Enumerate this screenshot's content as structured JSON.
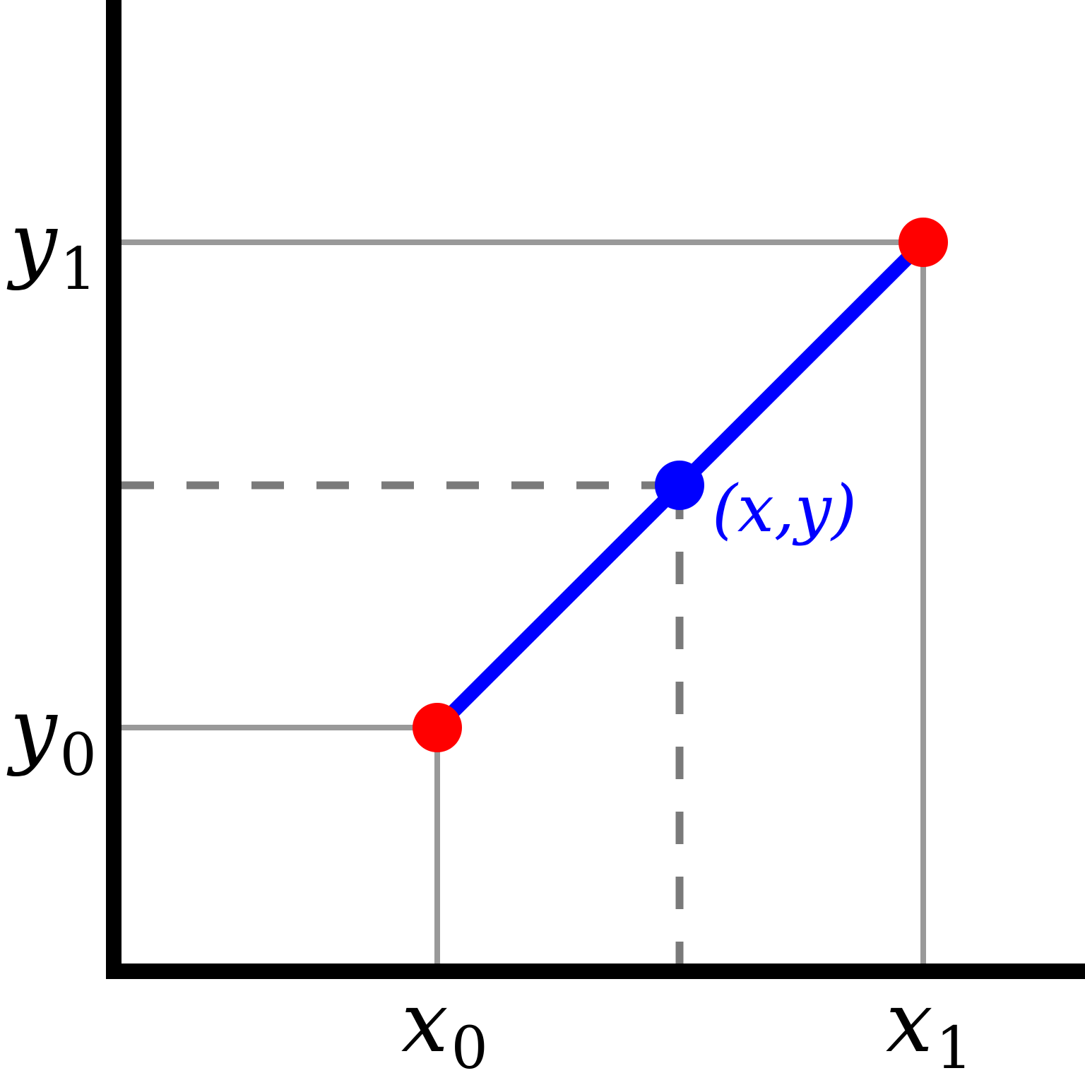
{
  "labels": {
    "y1": {
      "var": "y",
      "sub": "1"
    },
    "y0": {
      "var": "y",
      "sub": "0"
    },
    "x0": {
      "var": "x",
      "sub": "0"
    },
    "x1": {
      "var": "x",
      "sub": "1"
    },
    "point": "(x,y)"
  },
  "colors": {
    "axis": "#000000",
    "guide_solid": "#999999",
    "guide_dashed": "#7a7a7a",
    "segment": "#0000ff",
    "endpoint": "#ff0000",
    "interpolated_point": "#0000ff"
  }
}
